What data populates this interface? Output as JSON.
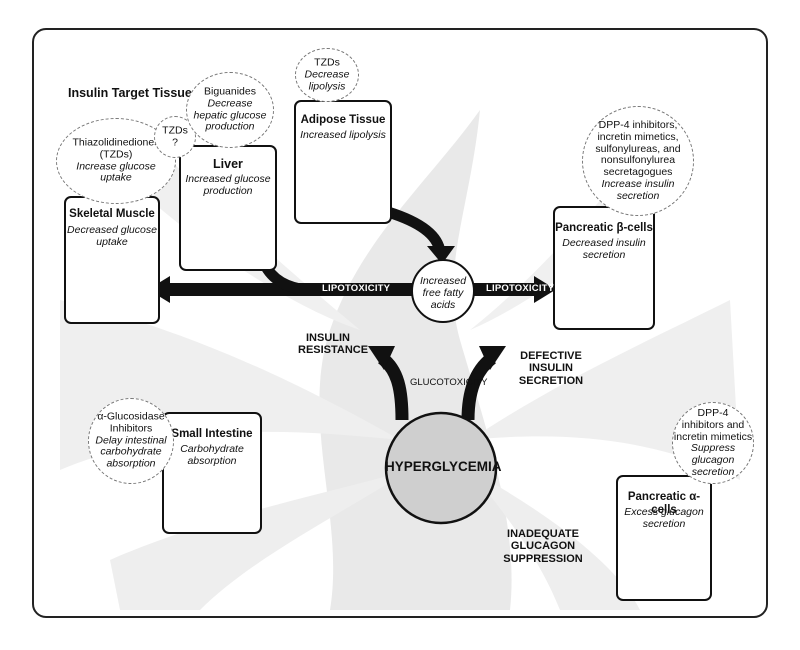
{
  "heading": "Insulin Target Tissues",
  "hyperglycemia": "HYPERGLYCEMIA",
  "ffa": {
    "line1": "Increased",
    "line2": "free fatty",
    "line3": "acids"
  },
  "labels": {
    "lipotoxicity_left": "LIPOTOXICITY",
    "lipotoxicity_right": "LIPOTOXICITY",
    "glucotoxicity": "GLUCOTOXICITY",
    "insulin_resistance": {
      "l1": "INSULIN",
      "l2": "RESISTANCE"
    },
    "defective_secretion": {
      "l1": "DEFECTIVE",
      "l2": "INSULIN",
      "l3": "SECRETION"
    },
    "inadequate_glucagon": {
      "l1": "INADEQUATE",
      "l2": "GLUCAGON",
      "l3": "SUPPRESSION"
    }
  },
  "boxes": {
    "skeletal_muscle": {
      "title": "Skeletal Muscle",
      "sub1": "Decreased glucose",
      "sub2": "uptake"
    },
    "liver": {
      "title": "Liver",
      "sub1": "Increased glucose",
      "sub2": "production"
    },
    "adipose": {
      "title": "Adipose Tissue",
      "sub1": "Increased lipolysis"
    },
    "beta_cells": {
      "title": "Pancreatic β-cells",
      "sub1": "Decreased insulin",
      "sub2": "secretion"
    },
    "small_intestine": {
      "title": "Small Intestine",
      "sub1": "Carbohydrate absorption"
    },
    "alpha_cells": {
      "title": "Pancreatic α-cells",
      "sub1": "Excess glucagon",
      "sub2": "secretion"
    }
  },
  "bubbles": {
    "tzd_muscle": {
      "l1": "Thiazolidinediones",
      "l2": "(TZDs)",
      "l3": "Increase glucose",
      "l4": "uptake"
    },
    "tzd_liver": {
      "l1": "TZDs",
      "l2": "?"
    },
    "biguanides": {
      "l1": "Biguanides",
      "l2": "Decrease",
      "l3": "hepatic glucose",
      "l4": "production"
    },
    "tzd_adipose": {
      "l1": "TZDs",
      "l2": "Decrease",
      "l3": "lipolysis"
    },
    "dpp4_beta": {
      "l1": "DPP-4 inhibitors,",
      "l2": "incretin mimetics,",
      "l3": "sulfonylureas, and",
      "l4": "nonsulfonylurea",
      "l5": "secretagogues",
      "l6": "Increase insulin",
      "l7": "secretion"
    },
    "agi": {
      "l1": "α-Glucosidase",
      "l2": "Inhibitors",
      "l3": "Delay intestinal",
      "l4": "carbohydrate",
      "l5": "absorption"
    },
    "dpp4_alpha": {
      "l1": "DPP-4",
      "l2": "inhibitors and",
      "l3": "incretin mimetics",
      "l4": "Suppress glucagon",
      "l5": "secretion"
    }
  }
}
